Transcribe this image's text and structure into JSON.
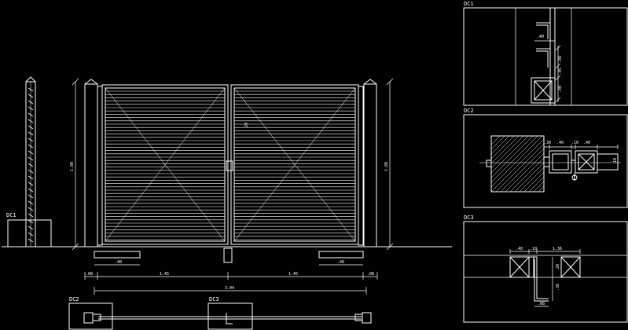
{
  "labels": {
    "dc1_left": "DC1",
    "dc1_panel": "DC1",
    "dc2_panel": "DC2",
    "dc3_panel": "DC3",
    "dc2_bottom": "DC2",
    "dc3_bottom": "DC3"
  },
  "dims": {
    "height_left": "1.80",
    "height_right": "1.80",
    "mid_vertical": "20",
    "footing_left": ".40",
    "footing_right": ".40",
    "edge_left": ".08",
    "edge_right": ".08",
    "leaf_left": "1.45",
    "leaf_right": "1.45",
    "total": "3.04"
  },
  "dc1_dims": {
    "top": ".40",
    "v1": ".08",
    "v2": ".05",
    "v3": ".40"
  },
  "dc2_dims": {
    "a": ".30",
    "b": ".40",
    "c": ".10",
    "d": ".40",
    "e": ".10"
  },
  "dc3_dims": {
    "a": ".40",
    "b": ".10",
    "c": "1.36",
    "d": ".20",
    "e": ".36",
    "f": ".08"
  },
  "colors": {
    "background": "#000000",
    "lines": "#ffffff"
  }
}
